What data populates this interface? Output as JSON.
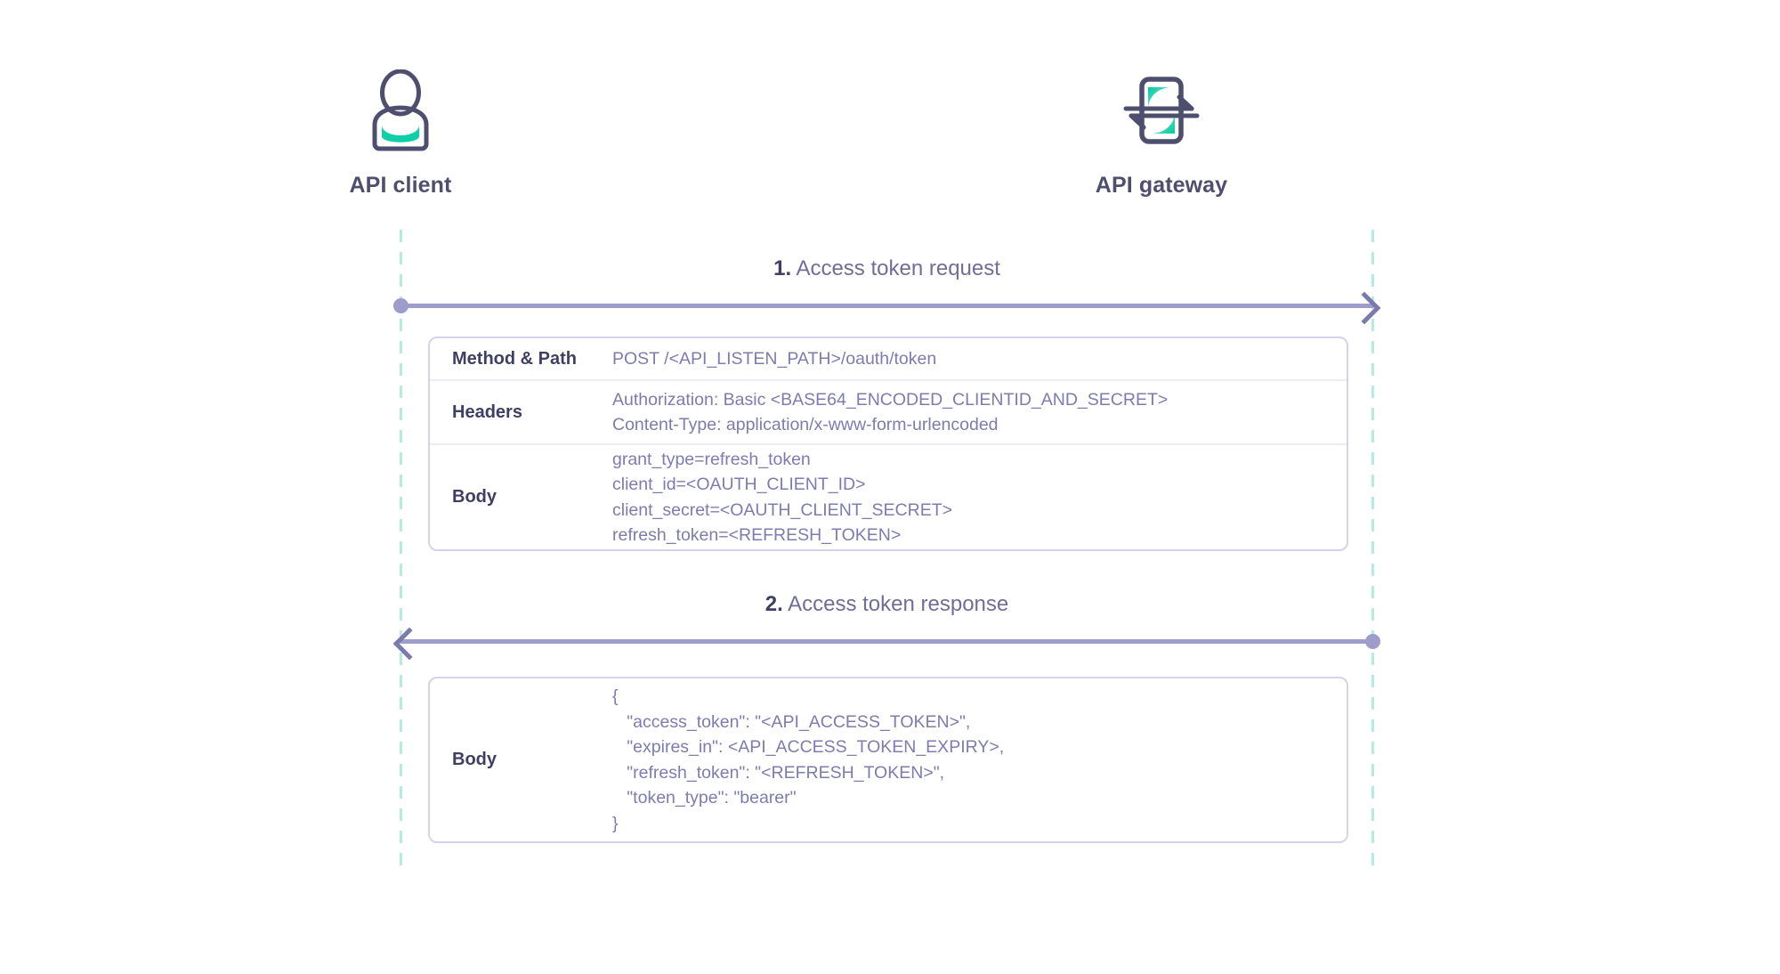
{
  "diagram": {
    "type": "sequence",
    "actors": [
      {
        "id": "api-client",
        "label": "API client",
        "icon": "user-icon"
      },
      {
        "id": "api-gateway",
        "label": "API gateway",
        "icon": "gateway-exchange-icon"
      }
    ],
    "messages": [
      {
        "number": "1.",
        "label": "Access token request",
        "direction": "client-to-gateway",
        "rows": [
          {
            "label": "Method & Path",
            "lines": [
              "POST /<API_LISTEN_PATH>/oauth/token"
            ]
          },
          {
            "label": "Headers",
            "lines": [
              "Authorization: Basic <BASE64_ENCODED_CLIENTID_AND_SECRET>",
              "Content-Type: application/x-www-form-urlencoded"
            ]
          },
          {
            "label": "Body",
            "lines": [
              "grant_type=refresh_token",
              "client_id=<OAUTH_CLIENT_ID>",
              "client_secret=<OAUTH_CLIENT_SECRET>",
              "refresh_token=<REFRESH_TOKEN>"
            ]
          }
        ]
      },
      {
        "number": "2.",
        "label": "Access token response",
        "direction": "gateway-to-client",
        "rows": [
          {
            "label": "Body",
            "lines": [
              "{",
              "   \"access_token\": \"<API_ACCESS_TOKEN>\",",
              "   \"expires_in\": <API_ACCESS_TOKEN_EXPIRY>,",
              "   \"refresh_token\": \"<REFRESH_TOKEN>\",",
              "   \"token_type\": \"bearer\"",
              "}"
            ]
          }
        ]
      }
    ],
    "colors": {
      "accent_teal": "#0ecfa6",
      "icon_outline": "#4e4e6e",
      "label_dark": "#3f3f63",
      "value_purple": "#7d7caf",
      "arrow": "#9d9ccb",
      "arrow_head": "#7b79ad",
      "lifeline": "#b4ecdd",
      "card_border": "#d5d3ec",
      "row_divider": "#eceaf7",
      "background": "#ffffff"
    }
  }
}
